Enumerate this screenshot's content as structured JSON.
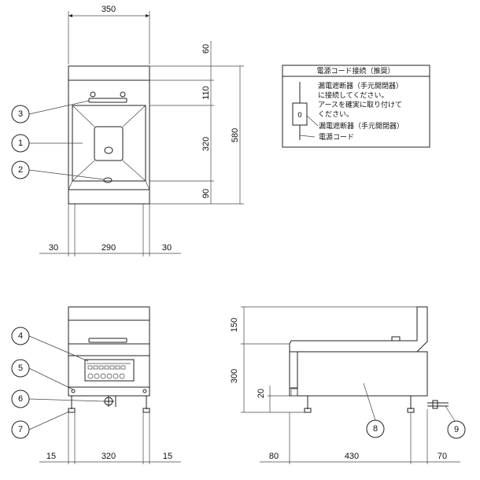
{
  "dimensions": {
    "top_width": "350",
    "right_60": "60",
    "right_110": "110",
    "right_320": "320",
    "right_90": "90",
    "total_580": "580",
    "bottom_left_30": "30",
    "bottom_mid_290": "290",
    "bottom_right_30": "30",
    "front_left_15": "15",
    "front_mid_320": "320",
    "front_right_15": "15",
    "side_150": "150",
    "side_300": "300",
    "side_20": "20",
    "side_80": "80",
    "side_430": "430",
    "side_70": "70"
  },
  "callouts": [
    "1",
    "2",
    "3",
    "4",
    "5",
    "6",
    "7",
    "8",
    "9"
  ],
  "power_box": {
    "title": "電源コード接続（推奨）",
    "line1": "漏電遮断器（手元開閉器）",
    "line2": "に接続してください。",
    "line3": "アースを確実に取り付けて",
    "line4": "ください。",
    "label_breaker": "漏電遮断器（手元開閉器）",
    "label_cord": "電源コード",
    "switch_symbol": "0"
  }
}
